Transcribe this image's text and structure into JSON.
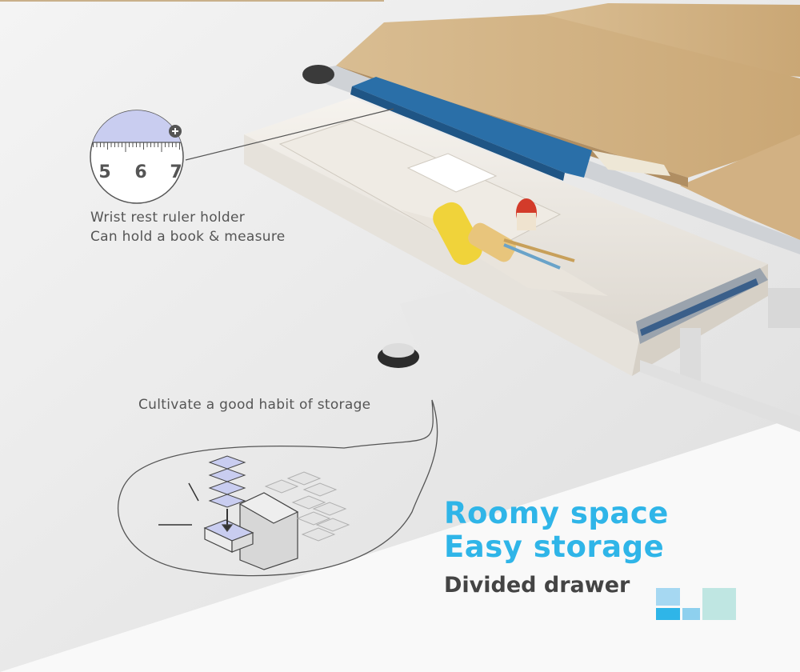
{
  "ruler_callout": {
    "tick_labels": [
      "5",
      "6",
      "7"
    ],
    "caption_line1": "Wrist rest ruler holder",
    "caption_line2": "Can hold a book & measure"
  },
  "habit_callout": {
    "caption": "Cultivate a good habit of storage"
  },
  "headline": {
    "line1": "Roomy space",
    "line2": "Easy storage"
  },
  "subheadline": "Divided drawer",
  "colors": {
    "accent": "#2fb5e8",
    "subheadline": "#444444",
    "caption": "#555555",
    "ruler_holder": "#2a6fa8",
    "desk_top": "#d8b88a"
  }
}
